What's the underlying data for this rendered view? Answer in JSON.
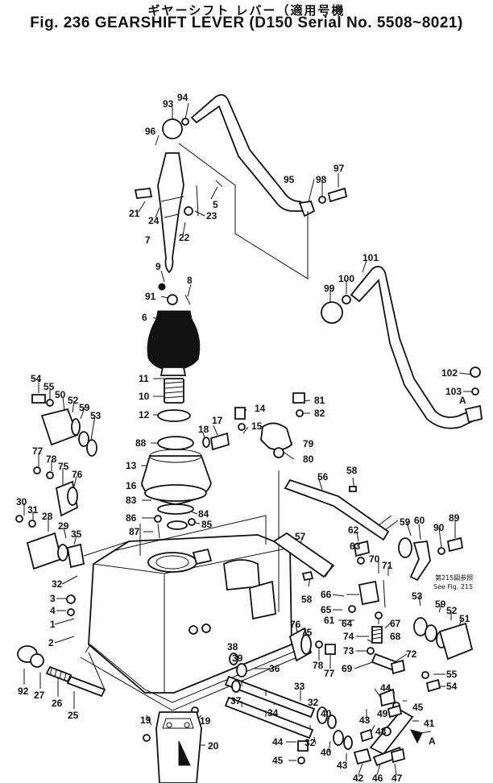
{
  "header": {
    "title_jp": "ギヤーシフト レバー（適用号機",
    "title_en": "Fig. 236 GEARSHIFT LEVER (D150 Serial No. 5508~8021)"
  },
  "labels": [
    {
      "id": "93",
      "t": "93"
    },
    {
      "id": "94",
      "t": "94"
    },
    {
      "id": "96",
      "t": "96"
    },
    {
      "id": "95",
      "t": "95"
    },
    {
      "id": "98",
      "t": "98"
    },
    {
      "id": "97",
      "t": "97"
    },
    {
      "id": "5",
      "t": "5"
    },
    {
      "id": "21",
      "t": "21"
    },
    {
      "id": "24",
      "t": "24"
    },
    {
      "id": "23",
      "t": "23"
    },
    {
      "id": "22",
      "t": "22"
    },
    {
      "id": "7",
      "t": "7"
    },
    {
      "id": "9",
      "t": "9"
    },
    {
      "id": "8",
      "t": "8"
    },
    {
      "id": "91",
      "t": "91"
    },
    {
      "id": "6",
      "t": "6"
    },
    {
      "id": "11",
      "t": "11"
    },
    {
      "id": "10",
      "t": "10"
    },
    {
      "id": "12",
      "t": "12"
    },
    {
      "id": "88",
      "t": "88"
    },
    {
      "id": "13",
      "t": "13"
    },
    {
      "id": "16",
      "t": "16"
    },
    {
      "id": "83",
      "t": "83"
    },
    {
      "id": "86",
      "t": "86"
    },
    {
      "id": "87",
      "t": "87"
    },
    {
      "id": "84",
      "t": "84"
    },
    {
      "id": "85",
      "t": "85"
    },
    {
      "id": "18",
      "t": "18"
    },
    {
      "id": "17",
      "t": "17"
    },
    {
      "id": "14",
      "t": "14"
    },
    {
      "id": "15",
      "t": "15"
    },
    {
      "id": "81",
      "t": "81"
    },
    {
      "id": "82",
      "t": "82"
    },
    {
      "id": "79",
      "t": "79"
    },
    {
      "id": "80",
      "t": "80"
    },
    {
      "id": "101",
      "t": "101"
    },
    {
      "id": "99",
      "t": "99"
    },
    {
      "id": "100",
      "t": "100"
    },
    {
      "id": "102",
      "t": "102"
    },
    {
      "id": "103",
      "t": "103"
    },
    {
      "id": "A1",
      "t": "A"
    },
    {
      "id": "54a",
      "t": "54"
    },
    {
      "id": "55a",
      "t": "55"
    },
    {
      "id": "50",
      "t": "50"
    },
    {
      "id": "52a",
      "t": "52"
    },
    {
      "id": "59a",
      "t": "59"
    },
    {
      "id": "53a",
      "t": "53"
    },
    {
      "id": "77a",
      "t": "77"
    },
    {
      "id": "78a",
      "t": "78"
    },
    {
      "id": "75a",
      "t": "75"
    },
    {
      "id": "76a",
      "t": "76"
    },
    {
      "id": "30",
      "t": "30"
    },
    {
      "id": "31",
      "t": "31"
    },
    {
      "id": "28",
      "t": "28"
    },
    {
      "id": "29",
      "t": "29"
    },
    {
      "id": "35",
      "t": "35"
    },
    {
      "id": "32a",
      "t": "32"
    },
    {
      "id": "3",
      "t": "3"
    },
    {
      "id": "4",
      "t": "4"
    },
    {
      "id": "1",
      "t": "1"
    },
    {
      "id": "2",
      "t": "2"
    },
    {
      "id": "92",
      "t": "92"
    },
    {
      "id": "27",
      "t": "27"
    },
    {
      "id": "26",
      "t": "26"
    },
    {
      "id": "25",
      "t": "25"
    },
    {
      "id": "19a",
      "t": "19"
    },
    {
      "id": "19b",
      "t": "19"
    },
    {
      "id": "20",
      "t": "20"
    },
    {
      "id": "58a",
      "t": "58"
    },
    {
      "id": "56",
      "t": "56"
    },
    {
      "id": "57",
      "t": "57"
    },
    {
      "id": "58b",
      "t": "58"
    },
    {
      "id": "62",
      "t": "62"
    },
    {
      "id": "63",
      "t": "63"
    },
    {
      "id": "71",
      "t": "71"
    },
    {
      "id": "70",
      "t": "70"
    },
    {
      "id": "66",
      "t": "66"
    },
    {
      "id": "65",
      "t": "65"
    },
    {
      "id": "61",
      "t": "61"
    },
    {
      "id": "64",
      "t": "64"
    },
    {
      "id": "67",
      "t": "67"
    },
    {
      "id": "68",
      "t": "68"
    },
    {
      "id": "74",
      "t": "74"
    },
    {
      "id": "73",
      "t": "73"
    },
    {
      "id": "69",
      "t": "69"
    },
    {
      "id": "72",
      "t": "72"
    },
    {
      "id": "59b",
      "t": "59"
    },
    {
      "id": "60",
      "t": "60"
    },
    {
      "id": "90",
      "t": "90"
    },
    {
      "id": "89",
      "t": "89"
    },
    {
      "id": "53b",
      "t": "53"
    },
    {
      "id": "59c",
      "t": "59"
    },
    {
      "id": "52b",
      "t": "52"
    },
    {
      "id": "51",
      "t": "51"
    },
    {
      "id": "55b",
      "t": "55"
    },
    {
      "id": "54b",
      "t": "54"
    },
    {
      "id": "76b",
      "t": "76"
    },
    {
      "id": "75b",
      "t": "75"
    },
    {
      "id": "78b",
      "t": "78"
    },
    {
      "id": "77b",
      "t": "77"
    },
    {
      "id": "38",
      "t": "38"
    },
    {
      "id": "39",
      "t": "39"
    },
    {
      "id": "36",
      "t": "36"
    },
    {
      "id": "37",
      "t": "37"
    },
    {
      "id": "33",
      "t": "33"
    },
    {
      "id": "34",
      "t": "34"
    },
    {
      "id": "32b",
      "t": "32"
    },
    {
      "id": "40a",
      "t": "40"
    },
    {
      "id": "32c",
      "t": "32"
    },
    {
      "id": "40b",
      "t": "40"
    },
    {
      "id": "43a",
      "t": "43"
    },
    {
      "id": "49",
      "t": "49"
    },
    {
      "id": "44a",
      "t": "44"
    },
    {
      "id": "45a",
      "t": "45"
    },
    {
      "id": "41",
      "t": "41"
    },
    {
      "id": "48",
      "t": "48"
    },
    {
      "id": "A2",
      "t": "A"
    },
    {
      "id": "44b",
      "t": "44"
    },
    {
      "id": "45b",
      "t": "45"
    },
    {
      "id": "43b",
      "t": "43"
    },
    {
      "id": "42",
      "t": "42"
    },
    {
      "id": "46",
      "t": "46"
    },
    {
      "id": "47",
      "t": "47"
    }
  ],
  "notes": {
    "ref_jp": "第215図参照",
    "ref_en": "See Fig. 215"
  }
}
